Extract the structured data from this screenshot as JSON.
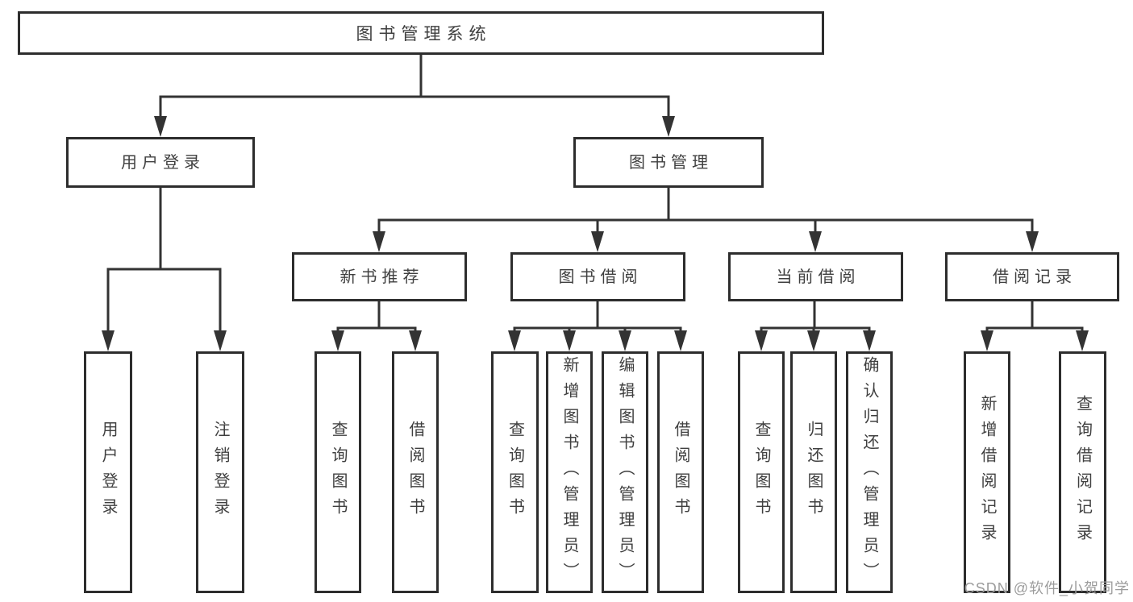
{
  "diagram": {
    "title": "图书管理系统",
    "level2": {
      "user_login": "用户登录",
      "book_mgmt": "图书管理"
    },
    "level3": {
      "new_books": "新书推荐",
      "book_borrow": "图书借阅",
      "current_borrow": "当前借阅",
      "borrow_records": "借阅记录"
    },
    "leaves": {
      "user_login": [
        "用户登录",
        "注销登录"
      ],
      "new_books": [
        "查询图书",
        "借阅图书"
      ],
      "book_borrow": [
        "查询图书",
        "新增图书（管理员）",
        "编辑图书（管理员）",
        "借阅图书"
      ],
      "current_borrow": [
        "查询图书",
        "归还图书",
        "确认归还（管理员）"
      ],
      "borrow_records": [
        "新增借阅记录",
        "查询借阅记录"
      ]
    }
  },
  "watermark": "CSDN @软件_小贺同学",
  "colors": {
    "line": "#333333",
    "border": "#2d2d2d",
    "text": "#3f3f3f",
    "watermark": "#9c9c9c",
    "background": "#ffffff"
  }
}
